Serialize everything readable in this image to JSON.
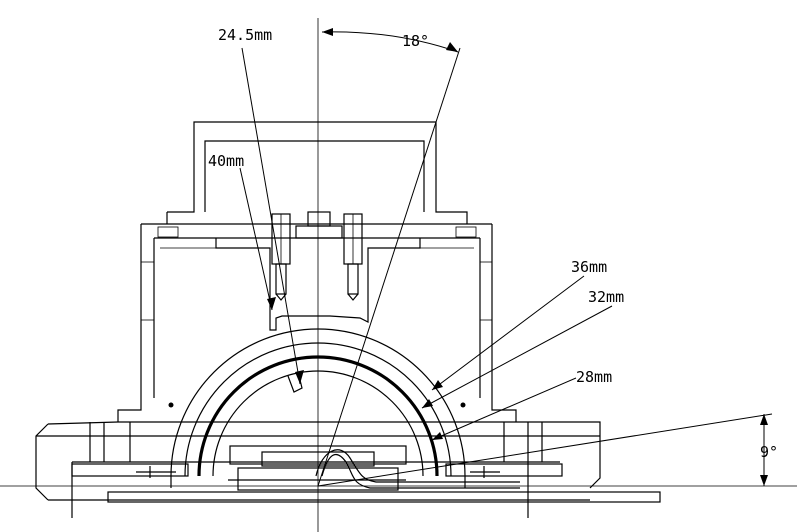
{
  "annotations": {
    "d1": "24.5mm",
    "d2": "40mm",
    "angle_top": "18°",
    "r1": "36mm",
    "r2": "32mm",
    "r3": "28mm",
    "angle_side": "9°"
  }
}
